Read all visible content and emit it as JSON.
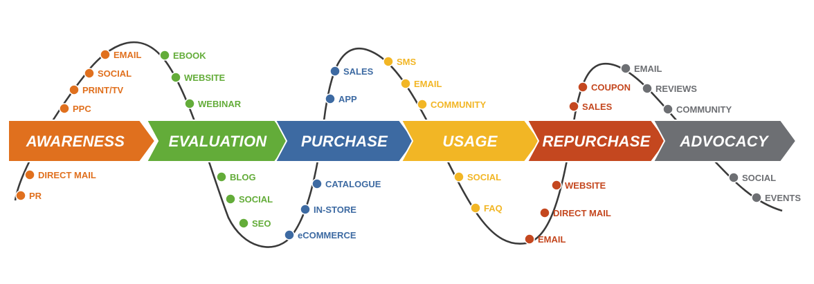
{
  "colors": {
    "awareness": "#e0701e",
    "evaluation": "#63ac39",
    "purchase": "#3d6aa2",
    "usage": "#f2b625",
    "repurchase": "#c4471f",
    "advocacy": "#6d6f73",
    "curve": "#3a3a3a"
  },
  "stages": [
    {
      "name": "AWARENESS",
      "color": "#e0701e"
    },
    {
      "name": "EVALUATION",
      "color": "#63ac39"
    },
    {
      "name": "PURCHASE",
      "color": "#3d6aa2"
    },
    {
      "name": "USAGE",
      "color": "#f2b625"
    },
    {
      "name": "REPURCHASE",
      "color": "#c4471f"
    },
    {
      "name": "ADVOCACY",
      "color": "#6d6f73"
    }
  ],
  "touchpoints": {
    "awareness_above": [
      "EMAIL",
      "SOCIAL",
      "PRINT/TV",
      "PPC"
    ],
    "awareness_below": [
      "DIRECT MAIL",
      "PR"
    ],
    "evaluation_above": [
      "EBOOK",
      "WEBSITE",
      "WEBINAR"
    ],
    "evaluation_below": [
      "BLOG",
      "SOCIAL",
      "SEO"
    ],
    "purchase_above": [
      "SALES",
      "APP"
    ],
    "purchase_below": [
      "CATALOGUE",
      "IN-STORE",
      "eCOMMERCE"
    ],
    "usage_above": [
      "SMS",
      "EMAIL",
      "COMMUNITY"
    ],
    "usage_below": [
      "SOCIAL",
      "FAQ"
    ],
    "repurchase_above": [
      "COUPON",
      "SALES"
    ],
    "repurchase_below": [
      "WEBSITE",
      "DIRECT MAIL",
      "EMAIL"
    ],
    "advocacy_above": [
      "EMAIL",
      "REVIEWS",
      "COMMUNITY"
    ],
    "advocacy_below": [
      "SOCIAL",
      "EVENTS"
    ]
  }
}
